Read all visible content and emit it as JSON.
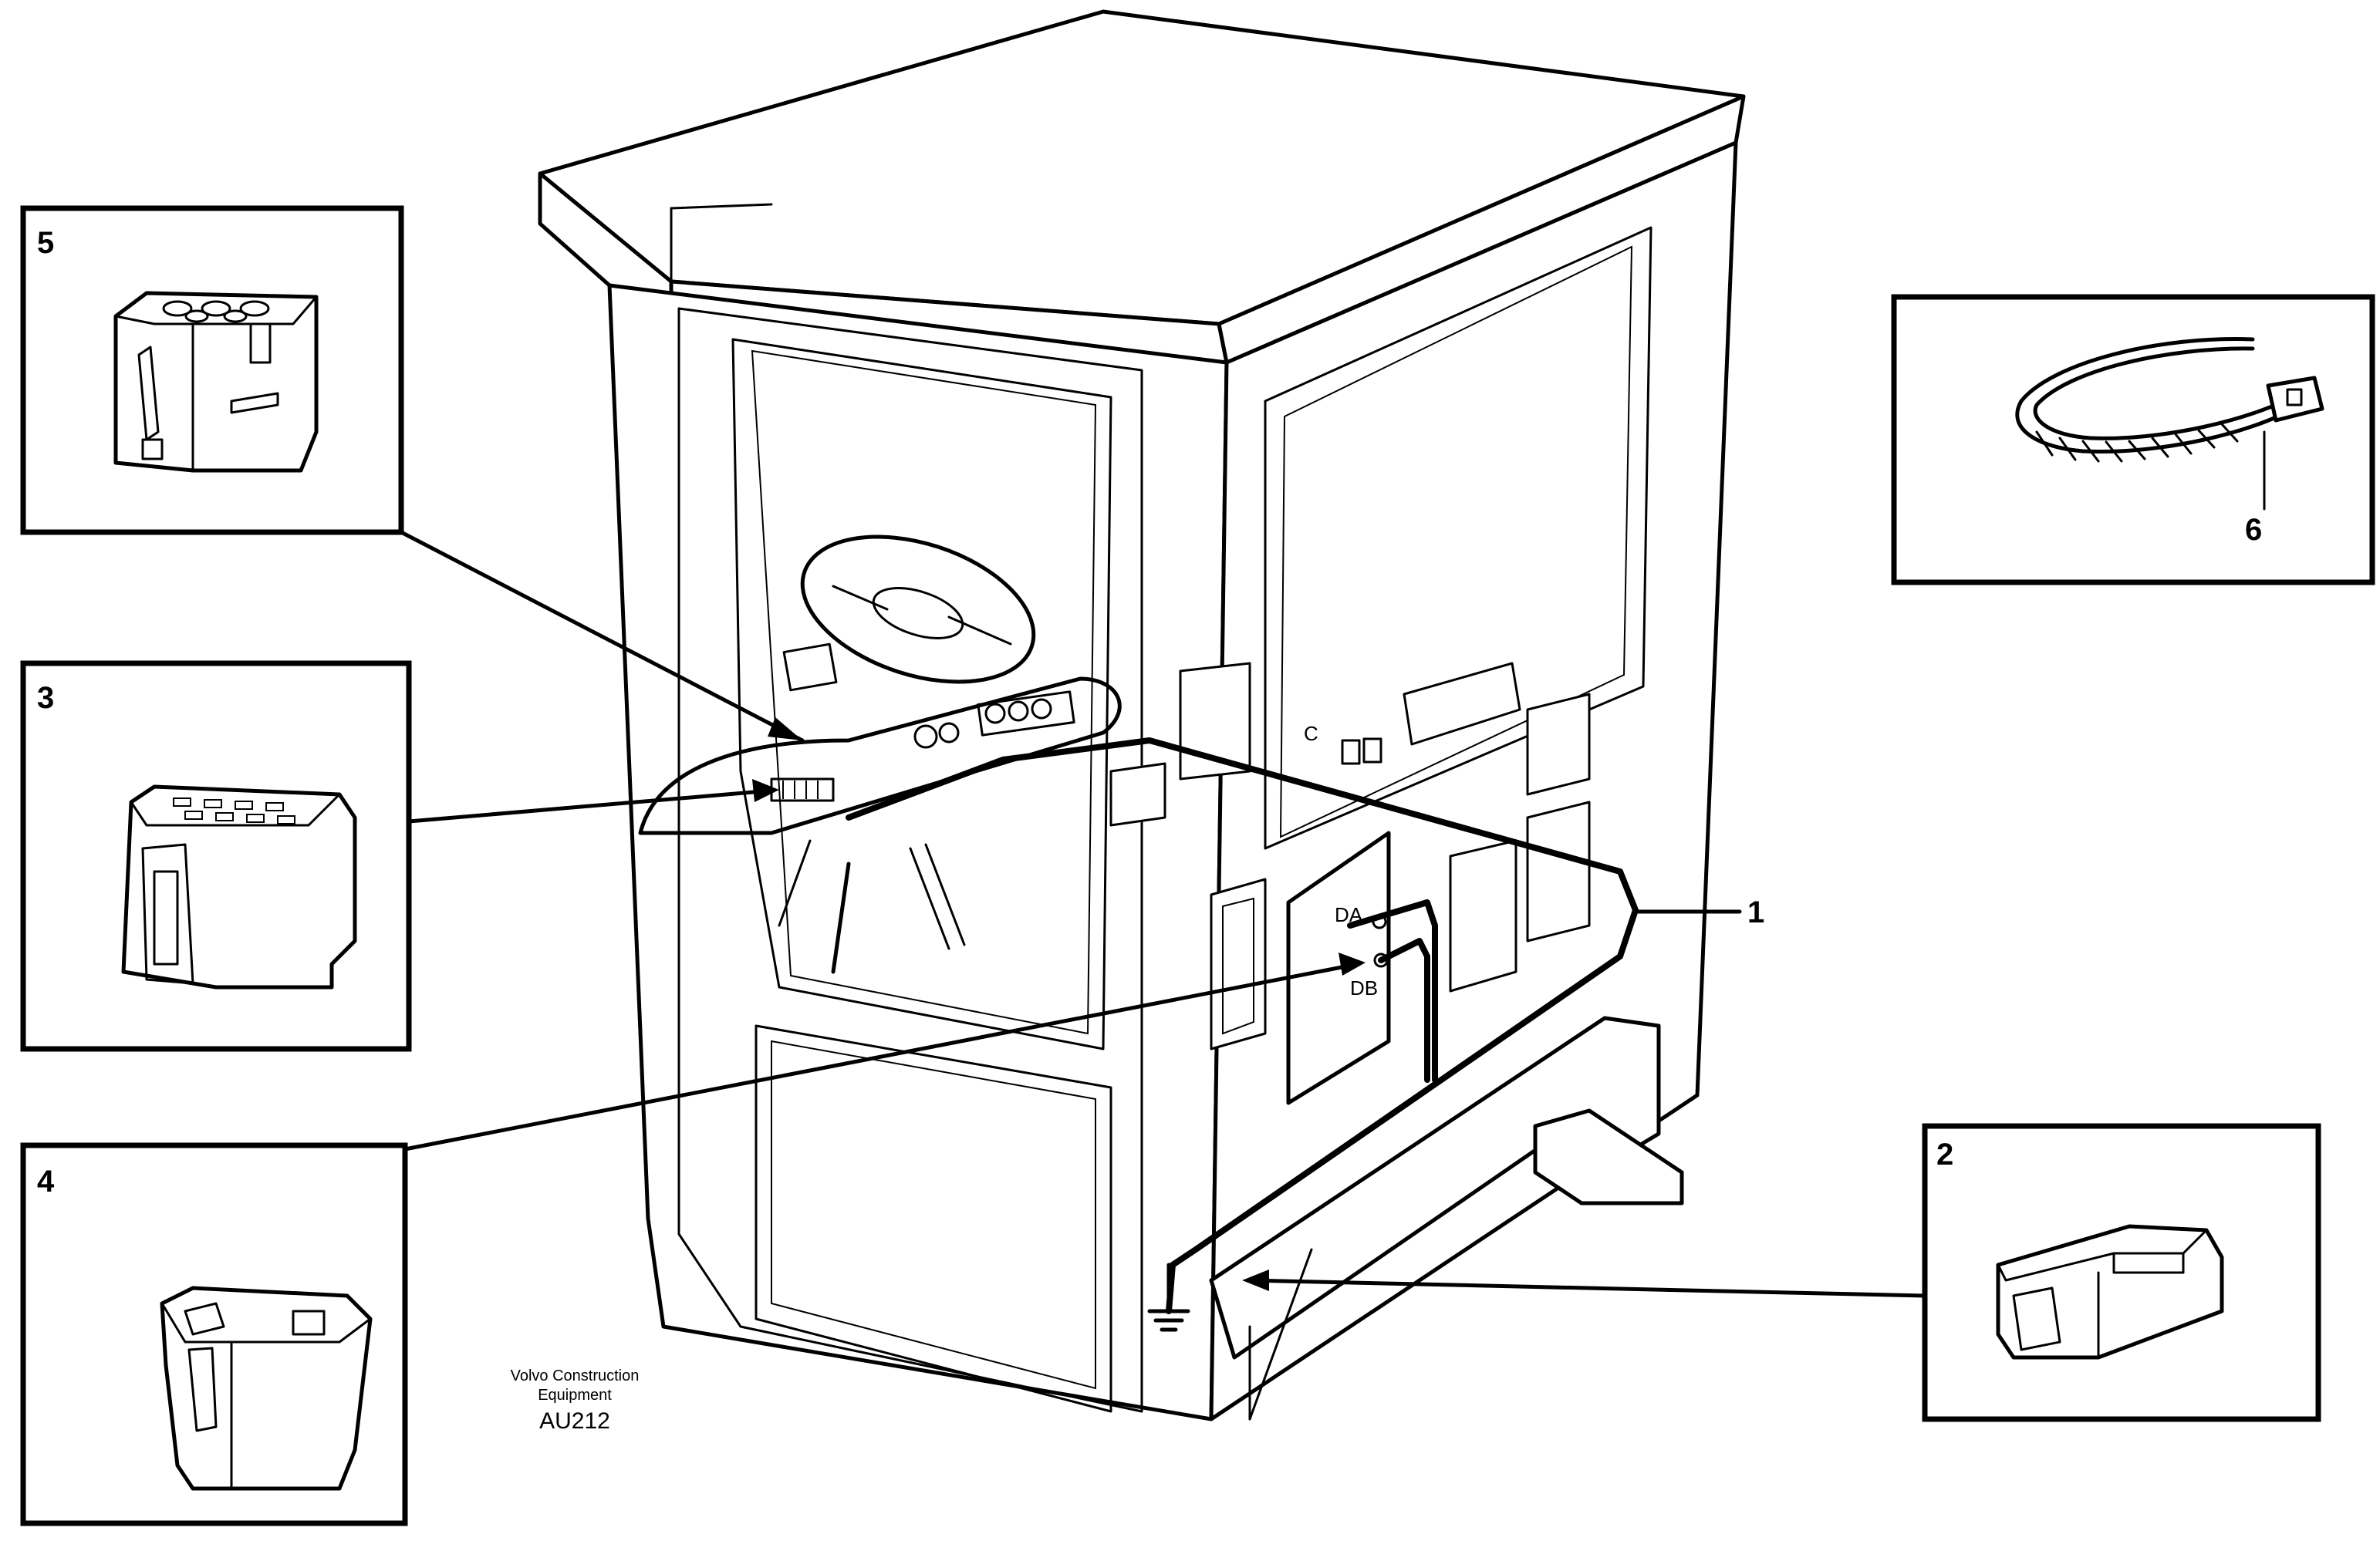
{
  "diagram": {
    "callouts": [
      {
        "id": "1",
        "label": "1"
      },
      {
        "id": "2",
        "label": "2"
      },
      {
        "id": "3",
        "label": "3"
      },
      {
        "id": "4",
        "label": "4"
      },
      {
        "id": "5",
        "label": "5"
      },
      {
        "id": "6",
        "label": "6"
      }
    ],
    "panel_labels": {
      "da": "DA",
      "db": "DB",
      "c": "C"
    },
    "footer": {
      "maker_line1": "Volvo Construction",
      "maker_line2": "Equipment",
      "code": "AU212"
    }
  }
}
